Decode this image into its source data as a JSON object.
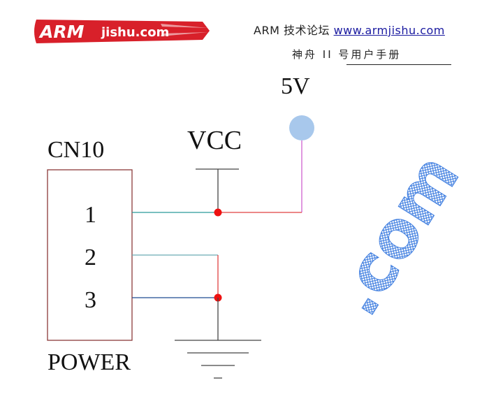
{
  "logo": {
    "text_arm": "ARM",
    "text_site": "jishu.com",
    "colors": {
      "red": "#d8202a",
      "white": "#ffffff"
    }
  },
  "header": {
    "site_name": "ARM 技术论坛",
    "site_url": "www.armjishu.com",
    "subtitle": "神舟 II 号用户手册"
  },
  "schematic": {
    "connector_label": "CN10",
    "connector_name": "POWER",
    "pins": [
      "1",
      "2",
      "3"
    ],
    "vcc_label": "VCC",
    "supply_label": "5V",
    "colors": {
      "box": "#8b3a3a",
      "pin1_wire": "#2a9a9a",
      "pin2_wire": "#6aaab4",
      "pin3_wire": "#1e4a90",
      "supply_wire": "#e04040",
      "supply_stub": "#d060d0",
      "junction": "#ee1111",
      "vcc_rail": "#444444",
      "ground": "#444444",
      "supply_dot": "#a8c8ec"
    }
  },
  "watermark": {
    "text": ".com",
    "color": "#3f7ee0"
  }
}
